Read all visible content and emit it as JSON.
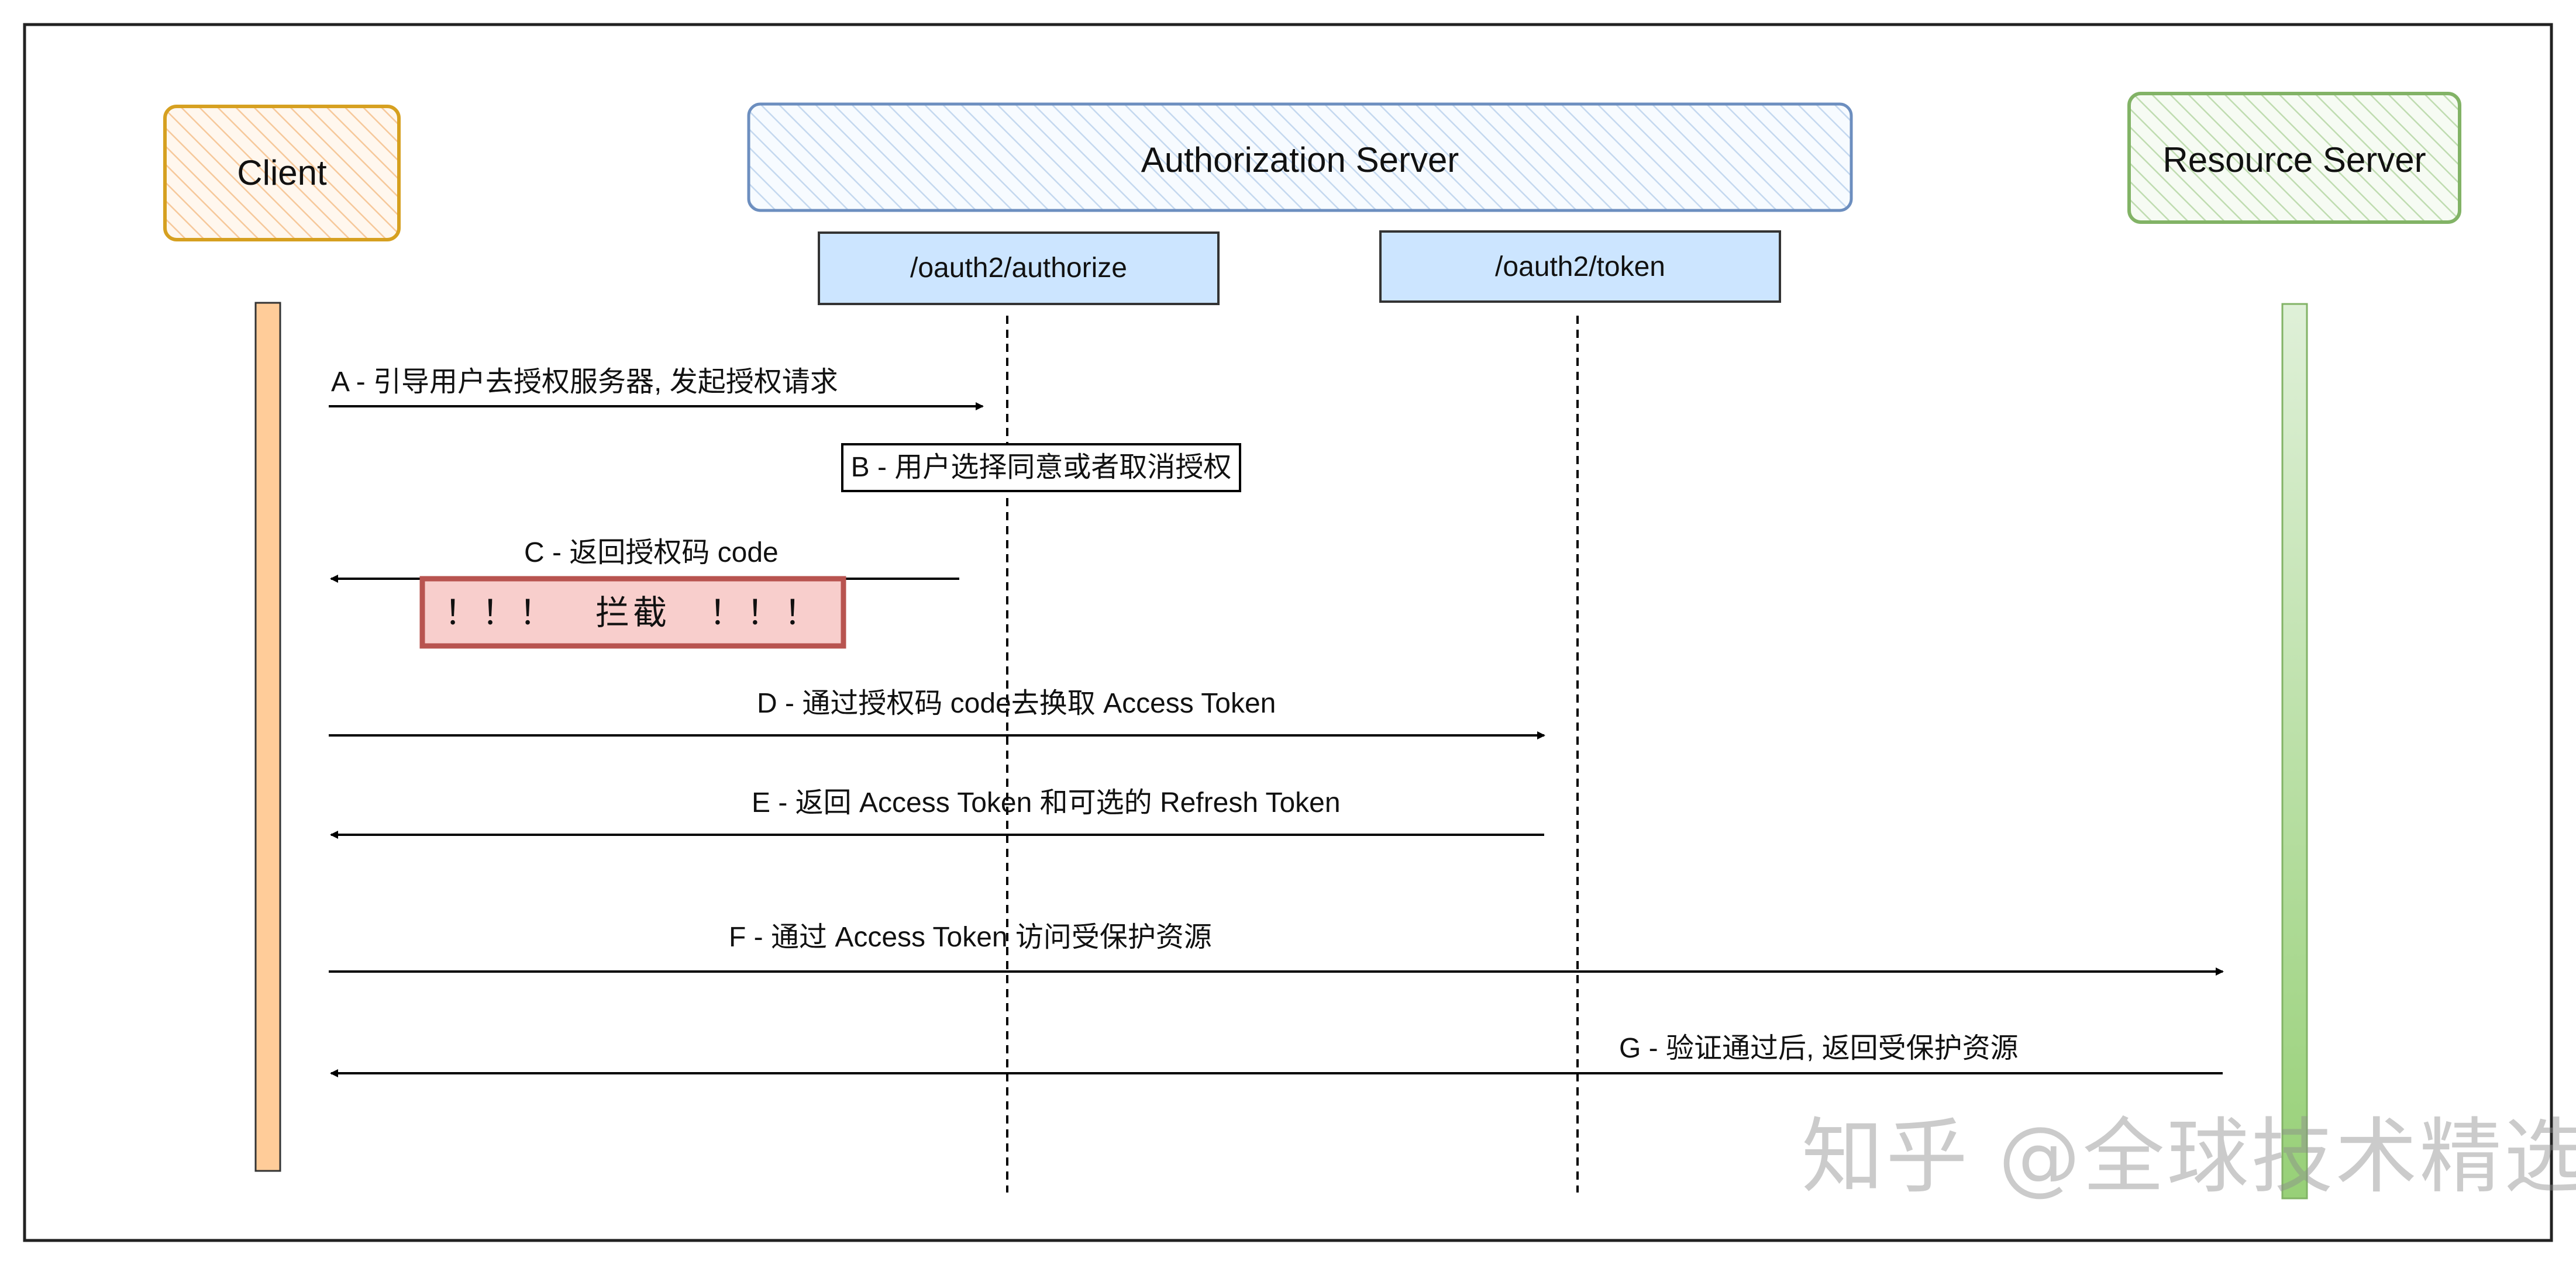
{
  "participants": {
    "client": "Client",
    "auth_server": "Authorization Server",
    "resource_server": "Resource Server"
  },
  "endpoints": {
    "authorize": "/oauth2/authorize",
    "token": "/oauth2/token"
  },
  "messages": {
    "a": "A - 引导用户去授权服务器, 发起授权请求",
    "b": "B - 用户选择同意或者取消授权",
    "c": "C - 返回授权码 code",
    "d": "D - 通过授权码 code去换取 Access Token",
    "e": "E - 返回 Access Token 和可选的 Refresh Token",
    "f": "F - 通过 Access Token 访问受保护资源",
    "g": "G - 验证通过后, 返回受保护资源"
  },
  "intercept": "！！！   拦截   ！！！",
  "watermark": "知乎 @全球技术精选",
  "colors": {
    "client_stroke": "#d6a020",
    "client_fill": "#fbe3c8",
    "auth_stroke": "#6c8ebf",
    "auth_fill": "#dae8fc",
    "resource_stroke": "#82b366",
    "resource_fill": "#d5e8d4",
    "endpoint_fill": "#cce5ff",
    "client_bar": "#ffcc99",
    "resource_bar": "#97d077",
    "intercept_fill": "#f8cecc",
    "intercept_stroke": "#b85450"
  }
}
